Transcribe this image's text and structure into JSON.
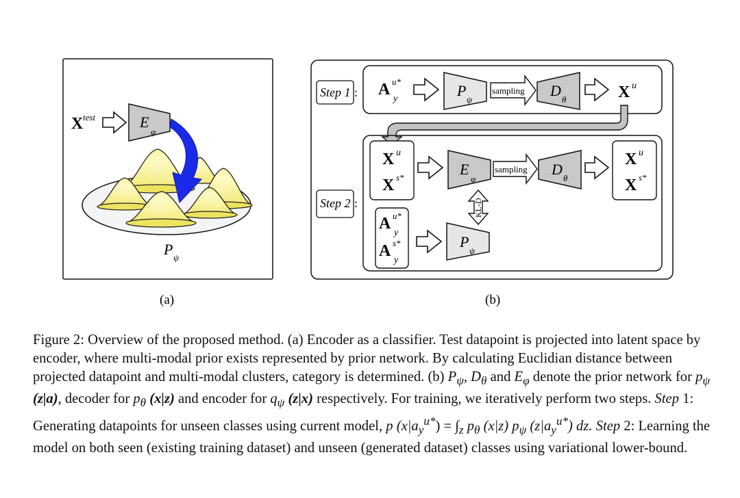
{
  "panel_a": {
    "input_label": "X",
    "input_sup": "test",
    "encoder_label": "E",
    "encoder_sub": "φ",
    "prior_label": "P",
    "prior_sub": "ψ",
    "caption_label": "(a)"
  },
  "panel_b": {
    "step1_label": "Step 1",
    "step2_label": "Step 2",
    "step1": {
      "input": "A",
      "input_sub": "y",
      "input_sup": "u*",
      "prior": "P",
      "prior_sub": "ψ",
      "sampling": "sampling",
      "decoder": "D",
      "decoder_sub": "θ",
      "output": "X",
      "output_sup": "u"
    },
    "step2": {
      "x_u": "X",
      "x_u_sup": "u",
      "x_s": "X",
      "x_s_sup": "s*",
      "encoder": "E",
      "encoder_sub": "φ",
      "sampling": "sampling",
      "decoder": "D",
      "decoder_sub": "θ",
      "out_u": "X",
      "out_u_sup": "u",
      "out_s": "X",
      "out_s_sup": "s*",
      "kl": "KL-D",
      "a_u": "A",
      "a_u_sub": "y",
      "a_u_sup": "u*",
      "a_s": "A",
      "a_s_sub": "y",
      "a_s_sup": "s*",
      "prior": "P",
      "prior_sub": "ψ"
    },
    "caption_label": "(b)"
  },
  "caption": {
    "label": "Figure 2:",
    "s1": "Overview of the proposed method. (a) Encoder as a classifier. Test datapoint is projected into latent space by encoder, where multi-modal prior exists represented by prior network. By calculating Euclidian distance between projected datapoint and multi-modal clusters, category is determined. (b)",
    "m1": "P",
    "m1_sub": "ψ",
    "m2": "D",
    "m2_sub": "θ",
    "and1": "and",
    "m3": "E",
    "m3_sub": "φ",
    "s2": "denote the prior network for",
    "p1_f": "p",
    "p1_sub": "ψ",
    "p1_args": "(z|a)",
    "s3": ", decoder for",
    "p2_f": "p",
    "p2_sub": "θ",
    "p2_args": "(x|z)",
    "s4": "and encoder for",
    "p3_f": "q",
    "p3_sub": "ψ",
    "p3_args": "(z|x)",
    "s5": "respectively. For training, we iteratively perform two steps.",
    "step1_em": "Step",
    "s6": "1: Generating datapoints for unseen classes using current model,",
    "eq": "p (x|a",
    "eq_sub": "y",
    "eq_sup": "u*",
    "eq_rest": ") = ∫",
    "eq_int_sub": "z",
    "eq_rest2": "p",
    "eq_sub2": "θ",
    "eq_rest3": "(x|z) p",
    "eq_sub3": "ψ",
    "eq_rest4": "(z|a",
    "eq_sub4": "y",
    "eq_sup4": "u*",
    "eq_rest5": ") dz.",
    "step2_em": "Step",
    "s7": "2: Learning the model on both seen (existing training dataset) and unseen (generated dataset) classes using variational lower-bound."
  }
}
